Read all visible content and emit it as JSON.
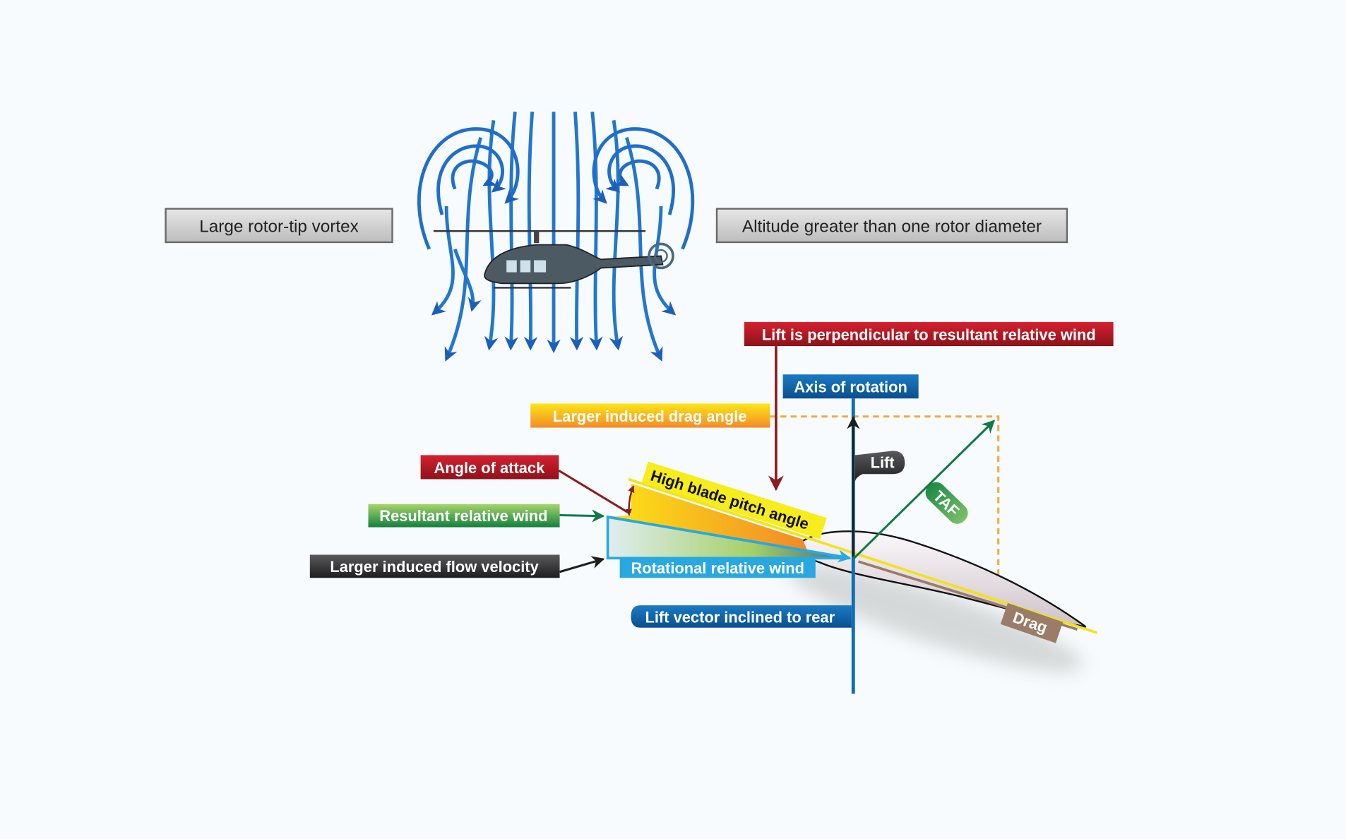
{
  "labels": {
    "large_rotor_tip_vortex": "Large rotor-tip vortex",
    "altitude": "Altitude greater than one rotor diameter",
    "lift_perpendicular": "Lift is perpendicular to resultant relative wind",
    "axis_of_rotation": "Axis of rotation",
    "larger_induced_drag_angle": "Larger induced drag angle",
    "angle_of_attack": "Angle of attack",
    "resultant_relative_wind": "Resultant relative wind",
    "larger_induced_flow_velocity": "Larger induced flow velocity",
    "high_blade_pitch_angle": "High blade pitch angle",
    "rotational_relative_wind": "Rotational relative wind",
    "lift_vector_inclined": "Lift vector inclined to rear",
    "lift": "Lift",
    "taf": "TAF",
    "drag": "Drag"
  },
  "colors": {
    "red": "#b3151f",
    "blue": "#0f6db5",
    "orange": "#f6a523",
    "green": "#2b9a48",
    "dark": "#2f2f31",
    "cyan": "#29a8e0",
    "brown": "#9a7c68",
    "flow_blue": "#1d6fc4"
  }
}
